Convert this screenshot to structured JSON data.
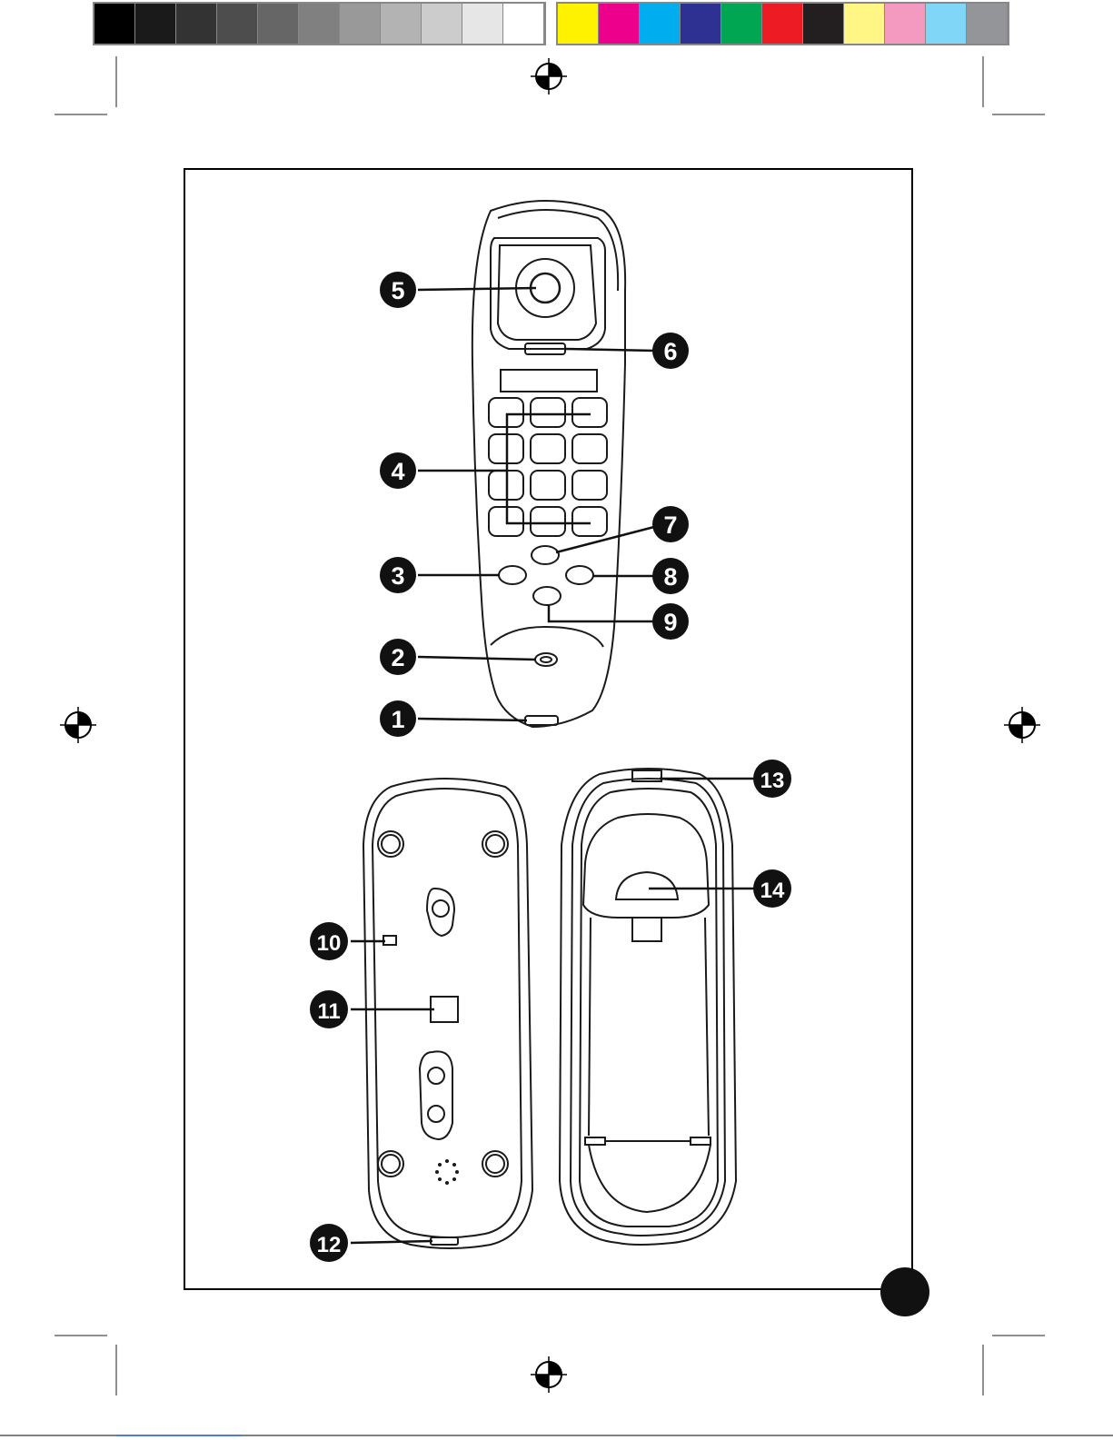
{
  "color_bar": {
    "grays": [
      "#000000",
      "#1a1a1a",
      "#333333",
      "#4d4d4d",
      "#666666",
      "#808080",
      "#999999",
      "#b3b3b3",
      "#cccccc",
      "#e6e6e6",
      "#ffffff"
    ],
    "colors": [
      "#fff200",
      "#ec008c",
      "#00aeef",
      "#2e3192",
      "#00a651",
      "#ed1c24",
      "#231f20",
      "#fff685",
      "#f49ac1",
      "#7fd6f7",
      "#939598"
    ]
  },
  "callouts": {
    "c1": "1",
    "c2": "2",
    "c3": "3",
    "c4": "4",
    "c5": "5",
    "c6": "6",
    "c7": "7",
    "c8": "8",
    "c9": "9",
    "c10": "10",
    "c11": "11",
    "c12": "12",
    "c13": "13",
    "c14": "14"
  },
  "colors": {
    "line": "#1a1a1a",
    "callout_fill": "#111111",
    "key_fill": "#ffffff"
  }
}
